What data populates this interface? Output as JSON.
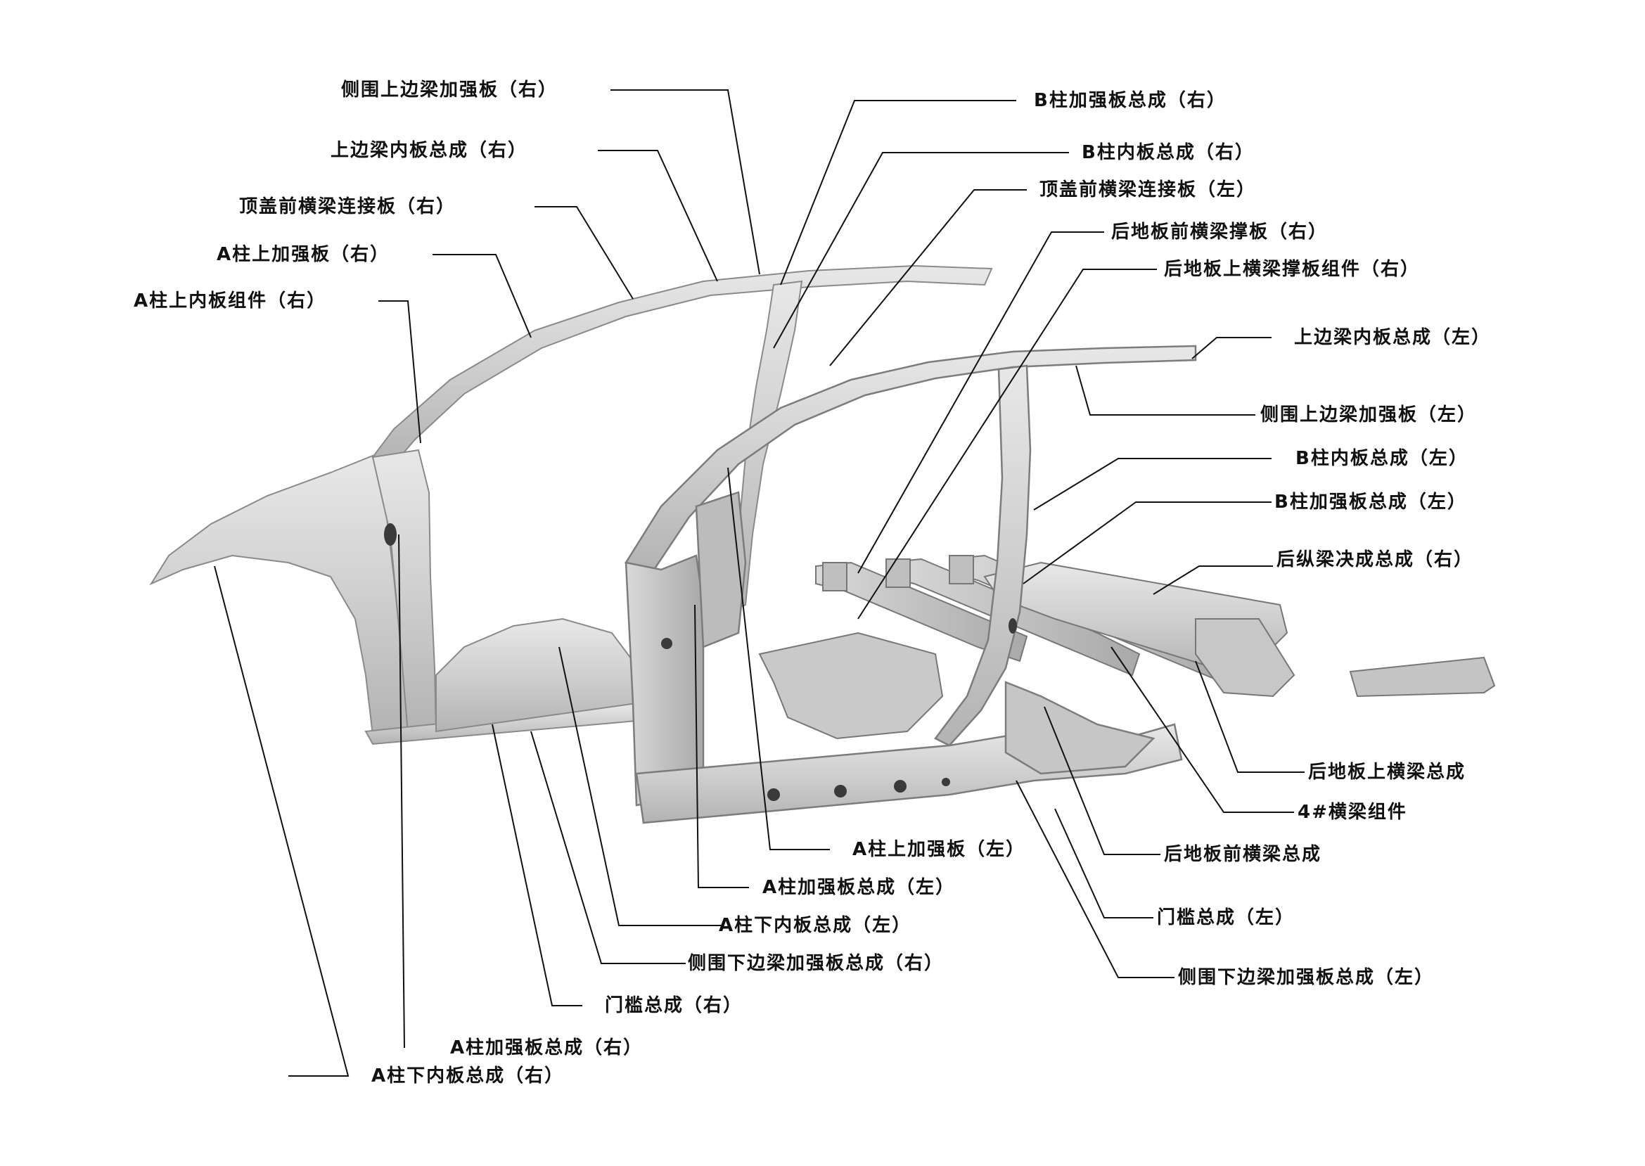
{
  "labels": {
    "l01": "侧围上边梁加强板（右）",
    "l02": "上边梁内板总成（右）",
    "l03": "顶盖前横梁连接板（右）",
    "l04": "A柱上加强板（右）",
    "l05": "A柱上内板组件（右）",
    "l06": "A柱加强板总成（右）",
    "l07": "A柱下内板总成（右）",
    "l08": "门槛总成（右）",
    "l09": "侧围下边梁加强板总成（右）",
    "l10": "A柱下内板总成（左）",
    "l11": "A柱加强板总成（左）",
    "l12": "A柱上加强板（左）",
    "l13": "B柱加强板总成（右）",
    "l14": "B柱内板总成（右）",
    "l15": "顶盖前横梁连接板（左）",
    "l16": "后地板前横梁撑板（右）",
    "l17": "后地板上横梁撑板组件（右）",
    "l18": "上边梁内板总成（左）",
    "l19": "侧围上边梁加强板（左）",
    "l20": "B柱内板总成（左）",
    "l21": "B柱加强板总成（左）",
    "l22": "后纵梁决成总成（右）",
    "l23": "后地板上横梁总成",
    "l24": "4#横梁组件",
    "l25": "后地板前横梁总成",
    "l26": "门槛总成（左）",
    "l27": "侧围下边梁加强板总成（左）"
  },
  "colors": {
    "ink": "#111111",
    "metal_light": "#dedede",
    "metal_mid": "#bdbdbd",
    "metal_dark": "#8e8e8e",
    "hole": "#3a3a3a"
  }
}
